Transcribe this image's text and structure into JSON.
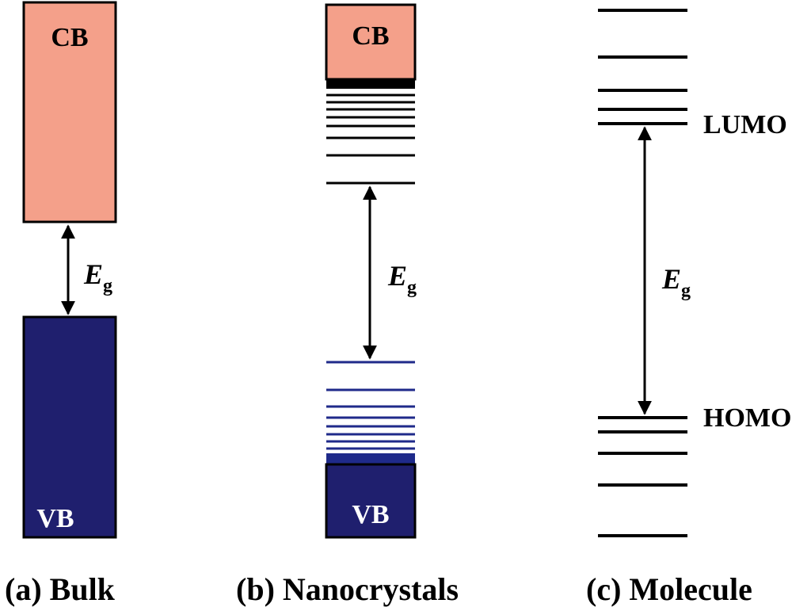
{
  "colors": {
    "conduction_band": "#F4A08A",
    "valence_band": "#1F1F6E",
    "valence_level_line": "#1F2A8A",
    "level_line": "#000000",
    "band_label_light": "#FFFFFF"
  },
  "panels": [
    {
      "key": "bulk",
      "caption": "(a) Bulk",
      "conduction_label": "CB",
      "valence_label": "VB",
      "gap_symbol": "E",
      "gap_subscript": "g"
    },
    {
      "key": "nanocrystals",
      "caption": "(b) Nanocrystals",
      "conduction_label": "CB",
      "valence_label": "VB",
      "gap_symbol": "E",
      "gap_subscript": "g"
    },
    {
      "key": "molecule",
      "caption": "(c) Molecule",
      "lumo_label": "LUMO",
      "homo_label": "HOMO",
      "gap_symbol": "E",
      "gap_subscript": "g"
    }
  ]
}
